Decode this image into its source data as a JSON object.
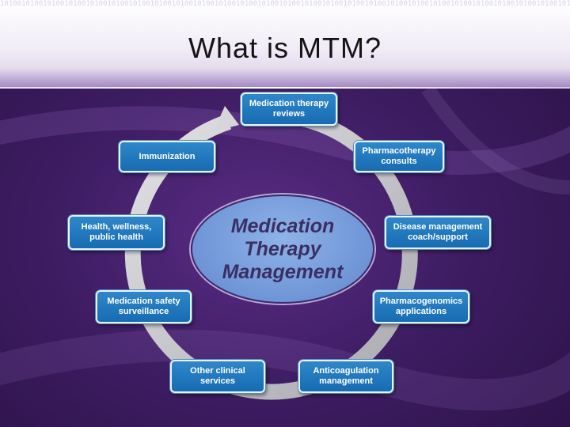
{
  "title": "What is MTM?",
  "center": {
    "lines": [
      "Medication",
      "Therapy",
      "Management"
    ]
  },
  "services": [
    {
      "label": "Medication therapy reviews"
    },
    {
      "label": "Pharmacotherapy consults"
    },
    {
      "label": "Disease management coach/support"
    },
    {
      "label": "Pharmacogenomics applications"
    },
    {
      "label": "Anticoagulation management"
    },
    {
      "label": "Other clinical services"
    },
    {
      "label": "Medication safety surveillance"
    },
    {
      "label": "Health, wellness, public health"
    },
    {
      "label": "Immunization"
    }
  ],
  "colors": {
    "background": "#3e1d63",
    "box_fill": "#1c70b8",
    "box_border": "#eaf3fb",
    "box_text": "#ffffff",
    "oval_fill": "#6f95d7",
    "oval_text": "#3a2f63",
    "ring": "#c8c8cc"
  }
}
